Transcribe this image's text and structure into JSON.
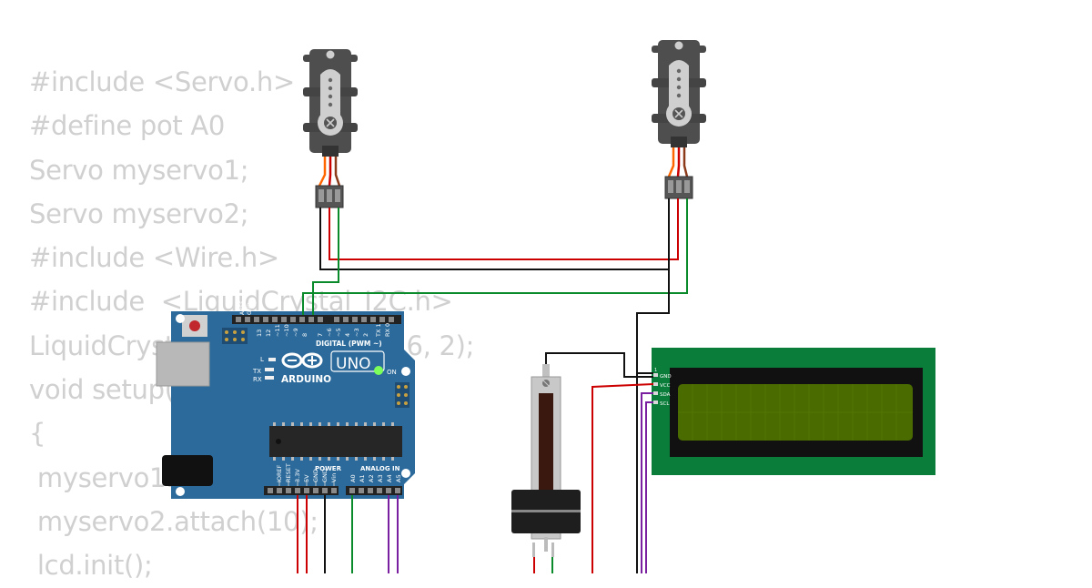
{
  "code_lines": [
    "#include <Servo.h>",
    "#define pot A0",
    "Servo myservo1;",
    "Servo myservo2;",
    "#include <Wire.h>",
    "#include  <LiquidCrystal_I2C.h>",
    "LiquidCrystal_I2C lcd(0x27, 16, 2);",
    "void setup()",
    "{",
    " myservo1.attach(9);",
    " myservo2.attach(10);",
    " lcd.init();"
  ],
  "arduino": {
    "brand": "ARDUINO",
    "model": "UNO",
    "on_label": "ON",
    "tx_label": "TX",
    "rx_label": "RX",
    "l_label": "L",
    "aref_label": "AREF",
    "gnd_top_label": "GND",
    "digital_label": "DIGITAL (PWM ~)",
    "power_label": "POWER",
    "analog_label": "ANALOG IN",
    "top_pins": [
      "13",
      "12",
      "~11",
      "~10",
      "~9",
      "8",
      "7",
      "~6",
      "~5",
      "4",
      "~3",
      "2",
      "TX 1",
      "RX 0"
    ],
    "power_pins": [
      "IOREF",
      "RESET",
      "3.3V",
      "5V",
      "GND",
      "GND",
      "Vin"
    ],
    "analog_pins": [
      "A0",
      "A1",
      "A2",
      "A3",
      "A4",
      "A5"
    ]
  },
  "lcd": {
    "pins": [
      "GND",
      "VCC",
      "SDA",
      "SCL"
    ],
    "colors": {
      "pcb": "#0a7d3a",
      "screen": "#4a6b00"
    }
  },
  "wire_colors": {
    "red": "#cc0000",
    "black": "#111111",
    "green": "#0a8a2a",
    "purple": "#7a1fa0",
    "orange": "#ff6600"
  },
  "board_color": "#2b6a9a"
}
